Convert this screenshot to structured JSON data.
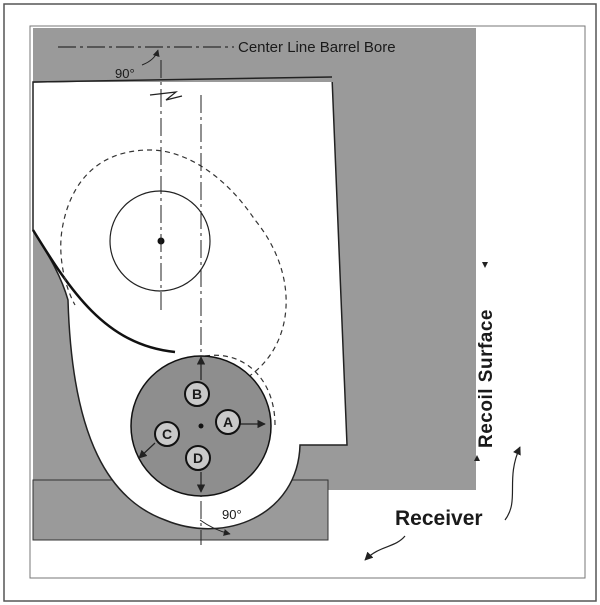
{
  "labels": {
    "center_line": "Center Line Barrel Bore",
    "angle_top": "90°",
    "angle_bottom": "90°",
    "recoil_surface": "Recoil Surface",
    "receiver": "Receiver"
  },
  "points": [
    "A",
    "B",
    "C",
    "D"
  ],
  "colors": {
    "background": "#ffffff",
    "gray_area": "#9a9a9a",
    "hub_fill": "#8e8e8e",
    "line": "#222222"
  }
}
